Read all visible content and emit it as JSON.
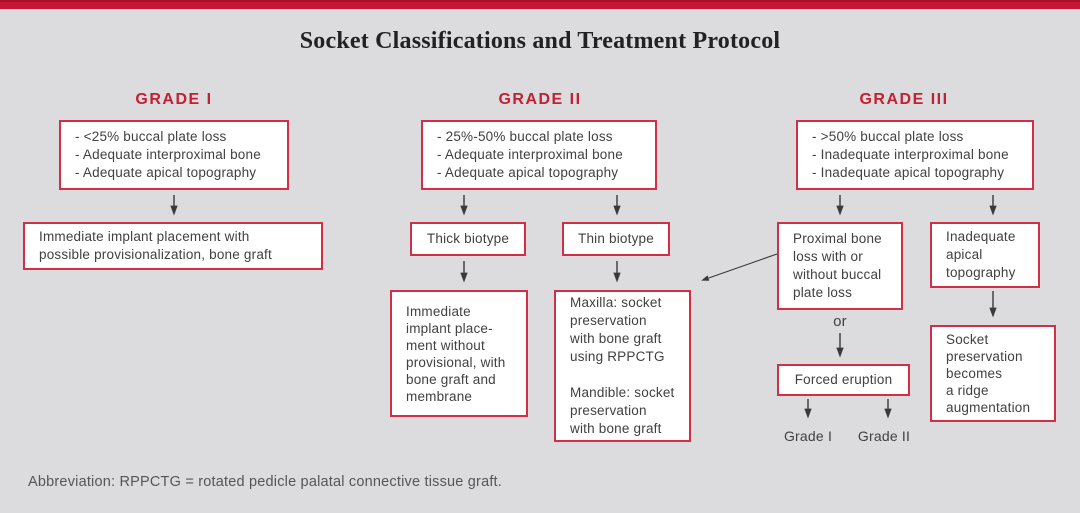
{
  "title": "Socket Classifications and Treatment Protocol",
  "footnote": "Abbreviation: RPPCTG = rotated pedicle palatal connective tissue graft.",
  "colors": {
    "accent_red_bar": "#c51734",
    "box_border_red": "#d12e48",
    "header_red": "#c22033",
    "background_gray": "#dcdcde",
    "box_background": "#ffffff",
    "body_text": "#414042",
    "footnote_gray": "#55565a"
  },
  "grade1": {
    "header": "GRADE I",
    "criteria": [
      "- <25% buccal plate loss",
      "- Adequate interproximal bone",
      "- Adequate apical topography"
    ],
    "treatment": [
      "Immediate implant placement with",
      "possible provisionalization, bone graft"
    ]
  },
  "grade2": {
    "header": "GRADE II",
    "criteria": [
      "- 25%-50% buccal plate loss",
      "- Adequate interproximal bone",
      "- Adequate apical topography"
    ],
    "thick_biotype": "Thick biotype",
    "thin_biotype": "Thin biotype",
    "thick_result": [
      "Immediate",
      "implant place-",
      "ment without",
      "provisional, with",
      "bone graft and",
      "membrane"
    ],
    "thin_result": [
      "Maxilla: socket",
      "preservation",
      "with bone graft",
      "using RPPCTG",
      "",
      "Mandible: socket",
      "preservation",
      "with bone graft"
    ]
  },
  "grade3": {
    "header": "GRADE III",
    "criteria": [
      "- >50% buccal plate loss",
      "- Inadequate interproximal bone",
      "- Inadequate apical topography"
    ],
    "proximal": [
      "Proximal bone",
      "loss with or",
      "without buccal",
      "plate loss"
    ],
    "or_label": "or",
    "forced_eruption": "Forced eruption",
    "outcome_left": "Grade I",
    "outcome_right": "Grade II",
    "inadequate_apical": [
      "Inadequate",
      "apical",
      "topography"
    ],
    "ridge_augmentation": [
      "Socket",
      "preservation",
      "becomes",
      "a ridge",
      "augmentation"
    ]
  }
}
